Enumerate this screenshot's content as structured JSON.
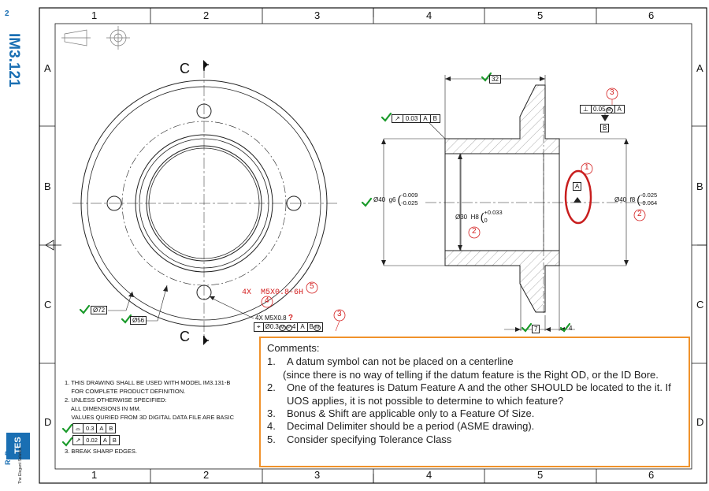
{
  "sheet": {
    "side_number": "2",
    "side_code": "IM3.121",
    "logo_text": "TES",
    "logo_sub": "RnD",
    "logo_tagline": "The Elegant Solution",
    "columns": [
      "1",
      "2",
      "3",
      "4",
      "5",
      "6"
    ],
    "rows": [
      "A",
      "B",
      "C",
      "D"
    ]
  },
  "front_view": {
    "section_label_top": "C",
    "section_label_bottom": "C",
    "dim_72": "Ø72",
    "dim_56": "Ø56",
    "hole_callout": "4X M5X0.8",
    "hole_callout_q": "?",
    "hole_callout_red": "4X  M5X0.8-6H",
    "position_fcf": {
      "value": "Ø0.3",
      "mod1": "M",
      "mod2": "P",
      "proj": "4",
      "d1": "A",
      "d2": "B",
      "d3": "M"
    }
  },
  "section_view": {
    "dim_32": "32",
    "runout_fcf": {
      "value": "0.03",
      "d1": "A",
      "d2": "B"
    },
    "perp_fcf": {
      "value": "0.05",
      "mod": "M",
      "d1": "A"
    },
    "datum_b": "B",
    "datum_a": "A",
    "dim_od40_g6": "Ø40  g6",
    "dim_od40_g6_upper": "-0.009",
    "dim_od40_g6_lower": "-0.025",
    "dim_id30_h8": "Ø30  H8",
    "dim_id30_h8_upper": "+0.033",
    "dim_id30_h8_lower": "0",
    "dim_od40_f8": "Ø40  f8",
    "dim_od40_f8_upper": "-0.025",
    "dim_od40_f8_lower": "-0.064",
    "dim_7": "7",
    "dim_4": "4"
  },
  "markers": {
    "m1": "1",
    "m2": "2",
    "m3": "3",
    "m4": "4",
    "m5": "5"
  },
  "notes": {
    "line1": "1. THIS DRAWING SHALL BE USED WITH MODEL IM3.131-B",
    "line2": "    FOR COMPLETE PRODUCT DEFINITION.",
    "line3": "2. UNLESS OTHERWISE SPECIFIED:",
    "line4": "    ALL DIMENSIONS IN MM.",
    "line5": "    VALUES QURIED FROM 3D DIGITAL DATA FILE ARE BASIC",
    "fcf1": {
      "value": "0.3",
      "d1": "A",
      "d2": "B"
    },
    "fcf2": {
      "value": "0.02",
      "d1": "A",
      "d2": "B"
    },
    "line6": "3. BREAK SHARP EDGES."
  },
  "comments": {
    "title": "Comments:",
    "items": [
      {
        "num": "1.",
        "text": "A datum symbol can not be placed on a centerline",
        "cont": "(since there is no way of telling if the datum feature is the Right OD, or the ID Bore."
      },
      {
        "num": "2.",
        "text": "One of the features is Datum Feature A and the other SHOULD be located to the it. If UOS applies, it is not possible to determine to which feature?"
      },
      {
        "num": "3.",
        "text": "Bonus & Shift are applicable only to a Feature Of Size."
      },
      {
        "num": "4.",
        "text": "Decimal Delimiter should be a period (ASME drawing)."
      },
      {
        "num": "5.",
        "text": "Consider specifying Tolerance Class"
      }
    ]
  },
  "colors": {
    "accent_red": "#d42020",
    "check_green": "#1a9a2a",
    "comment_border": "#f0922b",
    "brand_blue": "#1a6fb3"
  }
}
